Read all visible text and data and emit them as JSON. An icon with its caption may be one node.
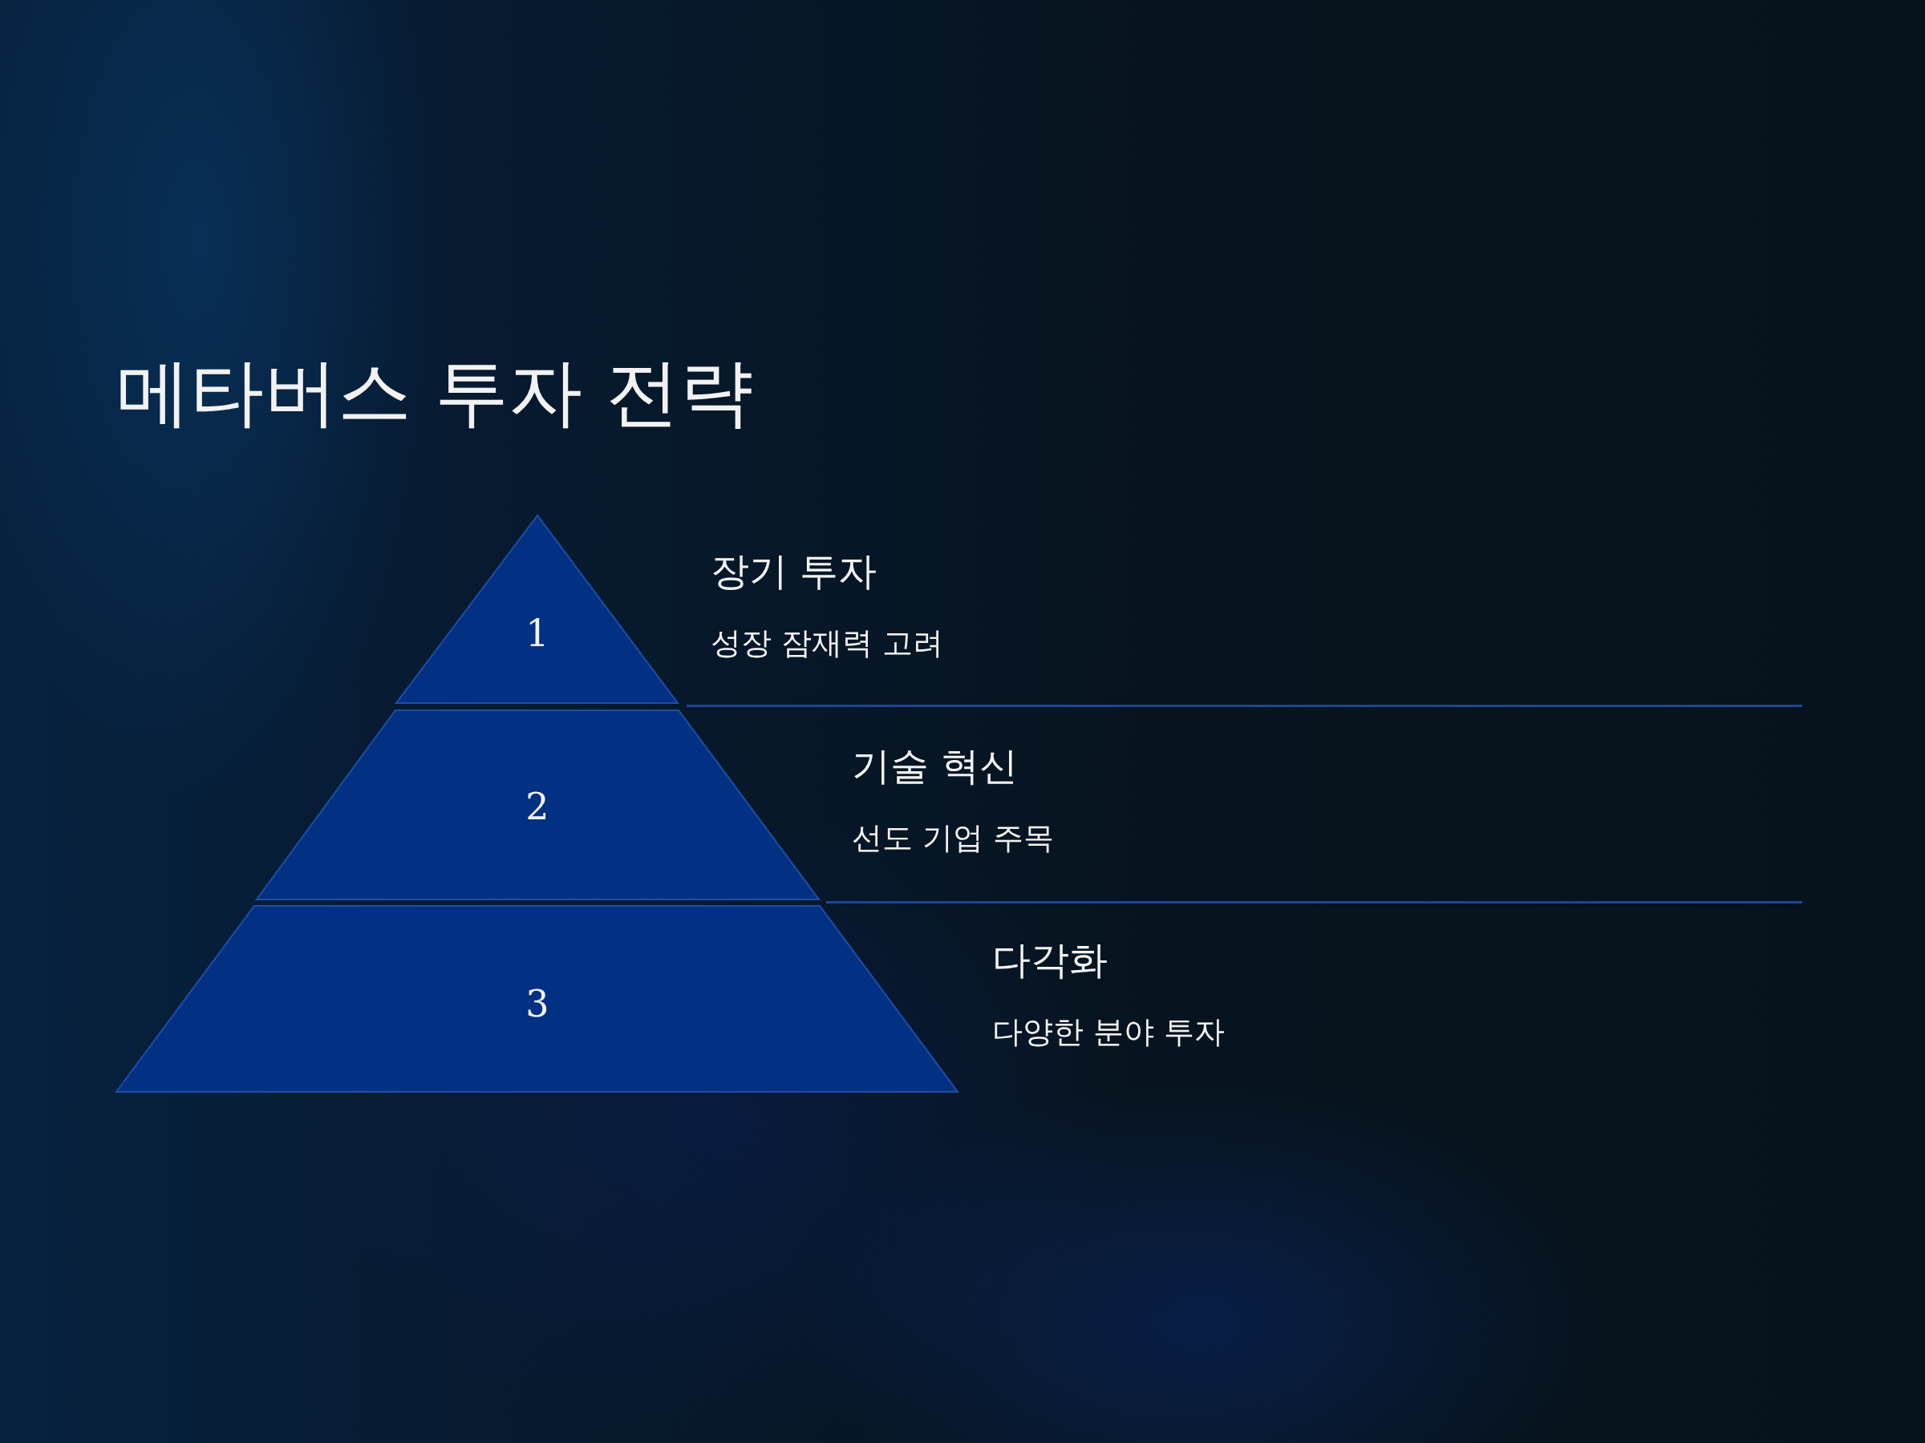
{
  "diagram": {
    "title": "메타버스 투자 전략",
    "nodes": [
      {
        "text": [
          "1"
        ],
        "beside": [
          "장기 투자",
          "성장 잠재력 고려"
        ]
      },
      {
        "text": [
          "2"
        ],
        "beside": [
          "기술 혁신",
          "선도 기업 주목"
        ]
      },
      {
        "text": [
          "3"
        ],
        "beside": [
          "다각화",
          "다양한 분야 투자"
        ]
      }
    ]
  }
}
